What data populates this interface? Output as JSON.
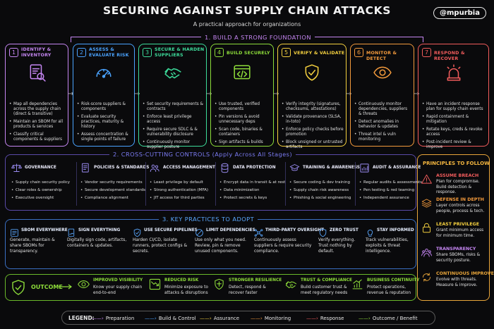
{
  "header": {
    "title": "SECURING AGAINST SUPPLY CHAIN ATTACKS",
    "subtitle": "A practical approach for organizations",
    "handle": "@mpurbia"
  },
  "section1": {
    "title": "1. BUILD A STRONG FOUNDATION"
  },
  "stages": [
    {
      "num": "1",
      "title": [
        "IDENTIFY &",
        "INVENTORY"
      ],
      "icon": "document-search-icon",
      "color": "#c586f2",
      "bullets": [
        "Map all dependencies across the supply chain (direct & transitive)",
        "Maintain an SBOM for all products & services",
        "Classify critical components & suppliers"
      ]
    },
    {
      "num": "2",
      "title": [
        "ASSESS &",
        "EVALUATE RISK"
      ],
      "icon": "gauge-icon",
      "color": "#4aa3ff",
      "bullets": [
        "Risk-score suppliers & components",
        "Evaluate security practices, maturity & history",
        "Assess concentration & single points of failure"
      ]
    },
    {
      "num": "3",
      "title": [
        "SECURE & HARDEN",
        "SUPPLIERS"
      ],
      "icon": "handshake-icon",
      "color": "#3ddc9b",
      "bullets": [
        "Set security requirements & contracts",
        "Enforce least privilege access",
        "Require secure SDLC & & vulnerability disclosure",
        "Continuously monitor supplier posture"
      ]
    },
    {
      "num": "4",
      "title": [
        "BUILD SECURELY",
        ""
      ],
      "icon": "code-window-icon",
      "color": "#8ddc3a",
      "bullets": [
        "Use trusted, verified components",
        "Pin versions & avoid unnecessary deps",
        "Scan code, binaries & containers",
        "Sign artifacts & builds"
      ]
    },
    {
      "num": "5",
      "title": [
        "VERIFY & VALIDATE",
        ""
      ],
      "icon": "shield-check-icon",
      "color": "#f4d03f",
      "bullets": [
        "Verify integrity (signatures, checksums, attestations)",
        "Validate provenance (SLSA, in-toto)",
        "Enforce policy checks before promotion",
        "Block unsigned or untrusted artifacts"
      ]
    },
    {
      "num": "6",
      "title": [
        "MONITOR & DETECT",
        ""
      ],
      "icon": "eye-icon",
      "color": "#f39a3c",
      "bullets": [
        "Continuously monitor dependencies, suppliers & threats",
        "Detect anomalies in behavior & updates",
        "Threat intel & vuln monitoring"
      ]
    },
    {
      "num": "7",
      "title": [
        "RESPOND & RECOVER",
        ""
      ],
      "icon": "alarm-icon",
      "color": "#f25c5c",
      "bullets": [
        "Have an incident response plan for supply chain events",
        "Rapid containment & mitigation",
        "Rotate keys, creds & revoke access",
        "Post-incident review & improve"
      ]
    }
  ],
  "section2": {
    "title": "2. CROSS-CUTTING CONTROLS (Apply Across All Stages)"
  },
  "controls": [
    {
      "title": "GOVERNANCE",
      "icon": "scales-icon",
      "items": [
        "Supply chain security policy",
        "Clear roles & ownership",
        "Executive oversight"
      ]
    },
    {
      "title": "POLICIES & STANDARDS",
      "icon": "policy-doc-icon",
      "items": [
        "Vendor security requirements",
        "Secure development standards",
        "Compliance alignment"
      ]
    },
    {
      "title": "ACCESS MANAGEMENT",
      "icon": "users-icon",
      "items": [
        "Least privilege by default",
        "Strong authentication (MFA)",
        "JIT access for third parties"
      ]
    },
    {
      "title": "DATA PROTECTION",
      "icon": "database-icon",
      "items": [
        "Encrypt data in transit & at rest",
        "Data minimization",
        "Protect secrets & keys"
      ]
    },
    {
      "title": "TRAINING & AWARENESS",
      "icon": "graduation-cap-icon",
      "items": [
        "Secure coding & dev training",
        "Supply chain risk awareness",
        "Phishing & social engineering"
      ]
    },
    {
      "title": "AUDIT & ASSURANCE",
      "icon": "audit-chart-icon",
      "items": [
        "Regular audits & assessments",
        "Pen testing & red teaming",
        "Independent assurance"
      ]
    }
  ],
  "section3": {
    "title": "3. KEY PRACTICES TO ADOPT"
  },
  "practices": [
    {
      "title": "SBOM EVERYWHERE",
      "icon": "sbom-icon",
      "text": "Generate, maintain & share SBOMs for transparency."
    },
    {
      "title": "SIGN EVERYTHING",
      "icon": "signature-icon",
      "text": "Digitally sign code, artifacts, containers & updates."
    },
    {
      "title": "USE SECURE PIPELINES",
      "icon": "pipeline-check-icon",
      "text": "Harden CI/CD, isolate runners, protect configs & secrets."
    },
    {
      "title": "LIMIT DEPENDENCIES",
      "icon": "limit-icon",
      "text": "Use only what you need. Review, pin & remove unused components."
    },
    {
      "title": "THIRD-PARTY OVERSIGHT",
      "icon": "network-icon",
      "text": "Continuously assess suppliers & require security compliance."
    },
    {
      "title": "ZERO TRUST",
      "icon": "shield-icon",
      "text": "Verify everything. Trust nothing by default."
    },
    {
      "title": "STAY INFORMED",
      "icon": "lightbulb-icon",
      "text": "Track vulnerabilities, exploits & threat intelligence."
    }
  ],
  "outcome": {
    "label": "OUTCOME",
    "items": [
      {
        "title": "IMPROVED VISIBILITY",
        "icon": "eye-icon",
        "text": "Know your supply chain end-to-end"
      },
      {
        "title": "REDUCED RISK",
        "icon": "down-trend-icon",
        "text": "Minimize exposure to attacks & disruptions"
      },
      {
        "title": "STRONGER RESILIENCE",
        "icon": "strong-shield-icon",
        "text": "Detect, respond & recover faster"
      },
      {
        "title": "TRUST & COMPLIANCE",
        "icon": "handshake-icon",
        "text": "Build customer trust & meet regulatory needs"
      },
      {
        "title": "BUSINESS CONTINUITY",
        "icon": "up-chart-icon",
        "text": "Protect operations, revenue & reputation"
      }
    ]
  },
  "principles": {
    "title": "PRINCIPLES TO FOLLOW",
    "items": [
      {
        "title": "ASSUME BREACH",
        "icon": "warning-icon",
        "text": "Plan for compromise. Build detection & response."
      },
      {
        "title": "DEFENSE IN DEPTH",
        "icon": "layers-icon",
        "text": "Layer controls across people, process & tech."
      },
      {
        "title": "LEAST PRIVILEGE",
        "icon": "lock-icon",
        "text": "Grant minimum access for minimum time."
      },
      {
        "title": "TRANSPARENCY",
        "icon": "team-icon",
        "text": "Share SBOMs, risks & security posture."
      },
      {
        "title": "CONTINUOUS IMPROVEMENT",
        "icon": "cycle-icon",
        "text": "Evolve with threats. Measure & improve."
      }
    ]
  },
  "legend": {
    "label": "LEGEND:",
    "items": [
      {
        "text": "Preparation",
        "color": "#c586f2"
      },
      {
        "text": "Build & Control",
        "color": "#4aa3ff"
      },
      {
        "text": "Assurance",
        "color": "#f4d03f"
      },
      {
        "text": "Monitoring",
        "color": "#f39a3c"
      },
      {
        "text": "Response",
        "color": "#f25c5c"
      },
      {
        "text": "Outcome / Benefit",
        "color": "#8ddc3a"
      }
    ]
  }
}
